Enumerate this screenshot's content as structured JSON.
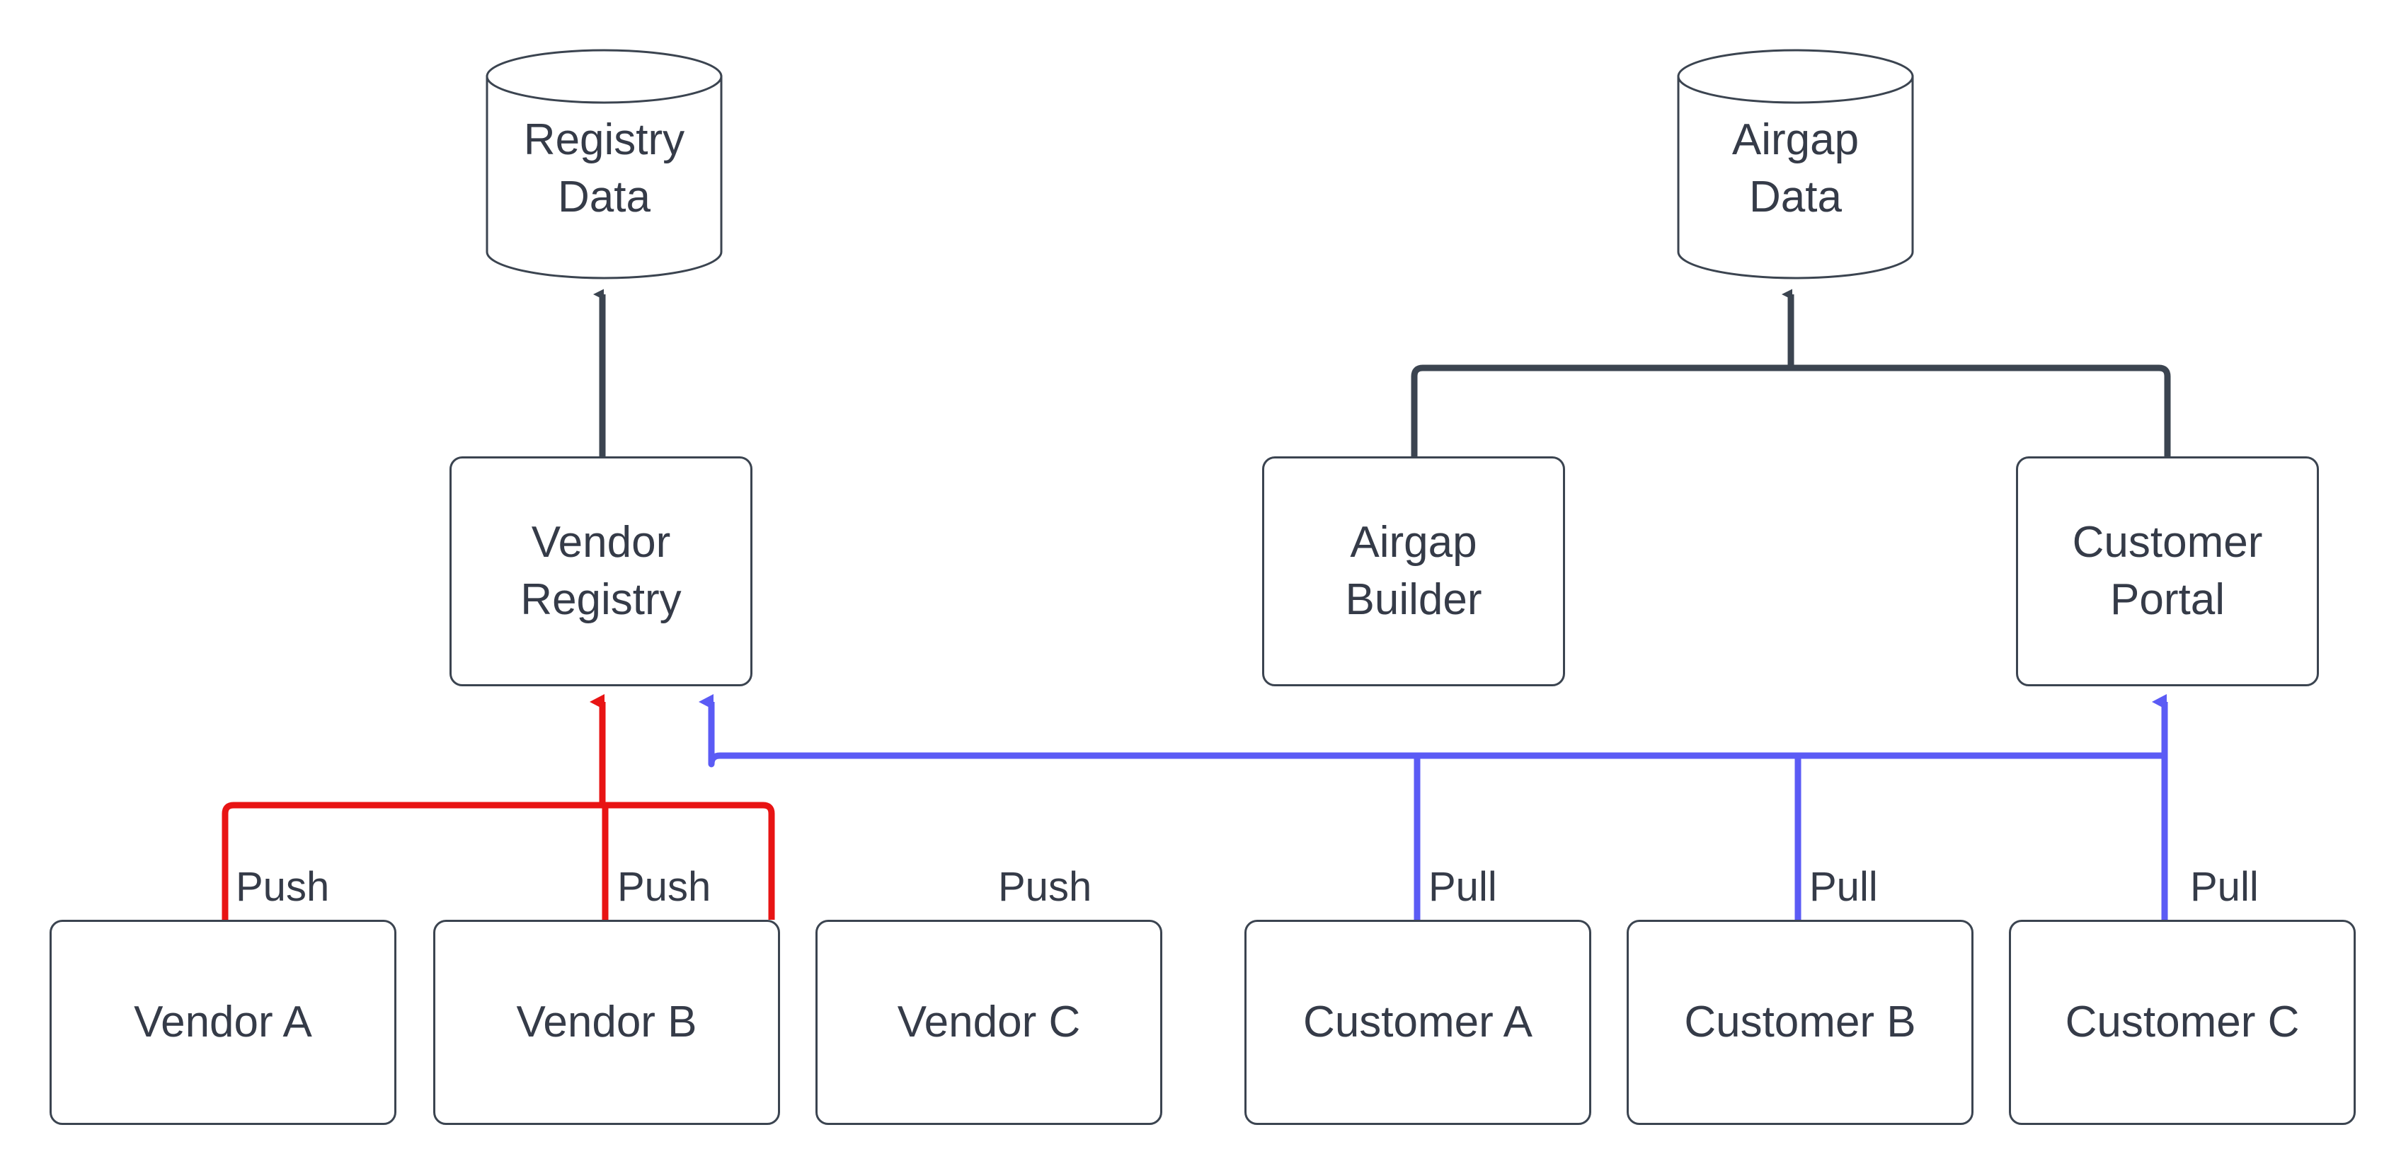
{
  "diagram": {
    "title": "Vendor push / Customer pull registry flow",
    "background": "#ffffff",
    "stroke_color": "#3b4450",
    "text_color": "#353b48",
    "push_color": "#e81414",
    "pull_color": "#5b5bf5"
  },
  "datastores": [
    {
      "id": "registry-data",
      "label": "Registry\nData"
    },
    {
      "id": "airgap-data",
      "label": "Airgap\nData"
    }
  ],
  "services": [
    {
      "id": "vendor-registry",
      "label": "Vendor\nRegistry"
    },
    {
      "id": "airgap-builder",
      "label": "Airgap\nBuilder"
    },
    {
      "id": "customer-portal",
      "label": "Customer\nPortal"
    }
  ],
  "vendors": [
    {
      "id": "vendor-a",
      "label": "Vendor A",
      "action": "Push"
    },
    {
      "id": "vendor-b",
      "label": "Vendor B",
      "action": "Push"
    },
    {
      "id": "vendor-c",
      "label": "Vendor C",
      "action": "Push"
    }
  ],
  "customers": [
    {
      "id": "customer-a",
      "label": "Customer A",
      "action": "Pull"
    },
    {
      "id": "customer-b",
      "label": "Customer B",
      "action": "Pull"
    },
    {
      "id": "customer-c",
      "label": "Customer C",
      "action": "Pull"
    }
  ],
  "edge_labels": {
    "push": "Push",
    "pull": "Pull"
  }
}
